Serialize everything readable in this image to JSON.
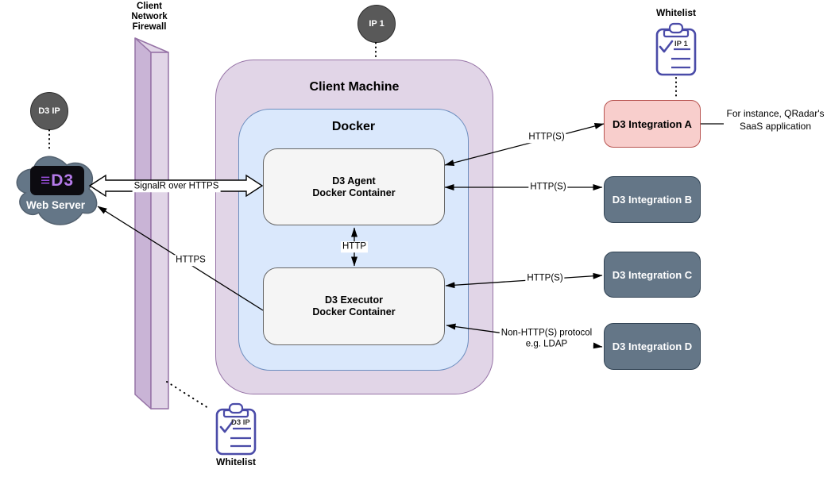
{
  "diagram": {
    "firewall_label": "Client\nNetwork\nFirewall",
    "d3_ip_badge": "D3 IP",
    "ip1_badge": "IP 1",
    "web_server": {
      "logo_glyph": "≡",
      "logo_text": "D3",
      "label": "Web Server"
    },
    "client_machine_title": "Client Machine",
    "docker_title": "Docker",
    "agent_label": "D3 Agent\nDocker Container",
    "executor_label": "D3 Executor\nDocker Container",
    "whitelist_top": {
      "title": "Whitelist",
      "entry": "IP 1"
    },
    "whitelist_bottom": {
      "title": "Whitelist",
      "entry": "D3 IP"
    },
    "integrations": [
      {
        "label": "D3 Integration A"
      },
      {
        "label": "D3 Integration B"
      },
      {
        "label": "D3 Integration C"
      },
      {
        "label": "D3 Integration D"
      }
    ],
    "edge_labels": {
      "signalr": "SignalR over HTTPS",
      "https": "HTTPS",
      "http": "HTTP",
      "http_s": "HTTP(S)",
      "non_http": "Non-HTTP(S) protocol\ne.g. LDAP"
    },
    "annotation": "For instance, QRadar's\nSaaS application",
    "colors": {
      "client_machine_fill": "#E1D5E7",
      "client_machine_stroke": "#9673A6",
      "docker_fill": "#DAE8FC",
      "docker_stroke": "#6C8EBF",
      "container_fill": "#F5F5F5",
      "container_stroke": "#666666",
      "integration_a_fill": "#F8CECC",
      "integration_a_stroke": "#B85450",
      "integration_fill": "#647687",
      "integration_stroke": "#314354",
      "cloud_fill": "#647687",
      "ip_badge_fill": "#595959",
      "firewall_front": "#E1D5E7",
      "firewall_side": "#C9B4D6",
      "firewall_stroke": "#9673A6",
      "clipboard_color": "#4A4BA8"
    }
  }
}
